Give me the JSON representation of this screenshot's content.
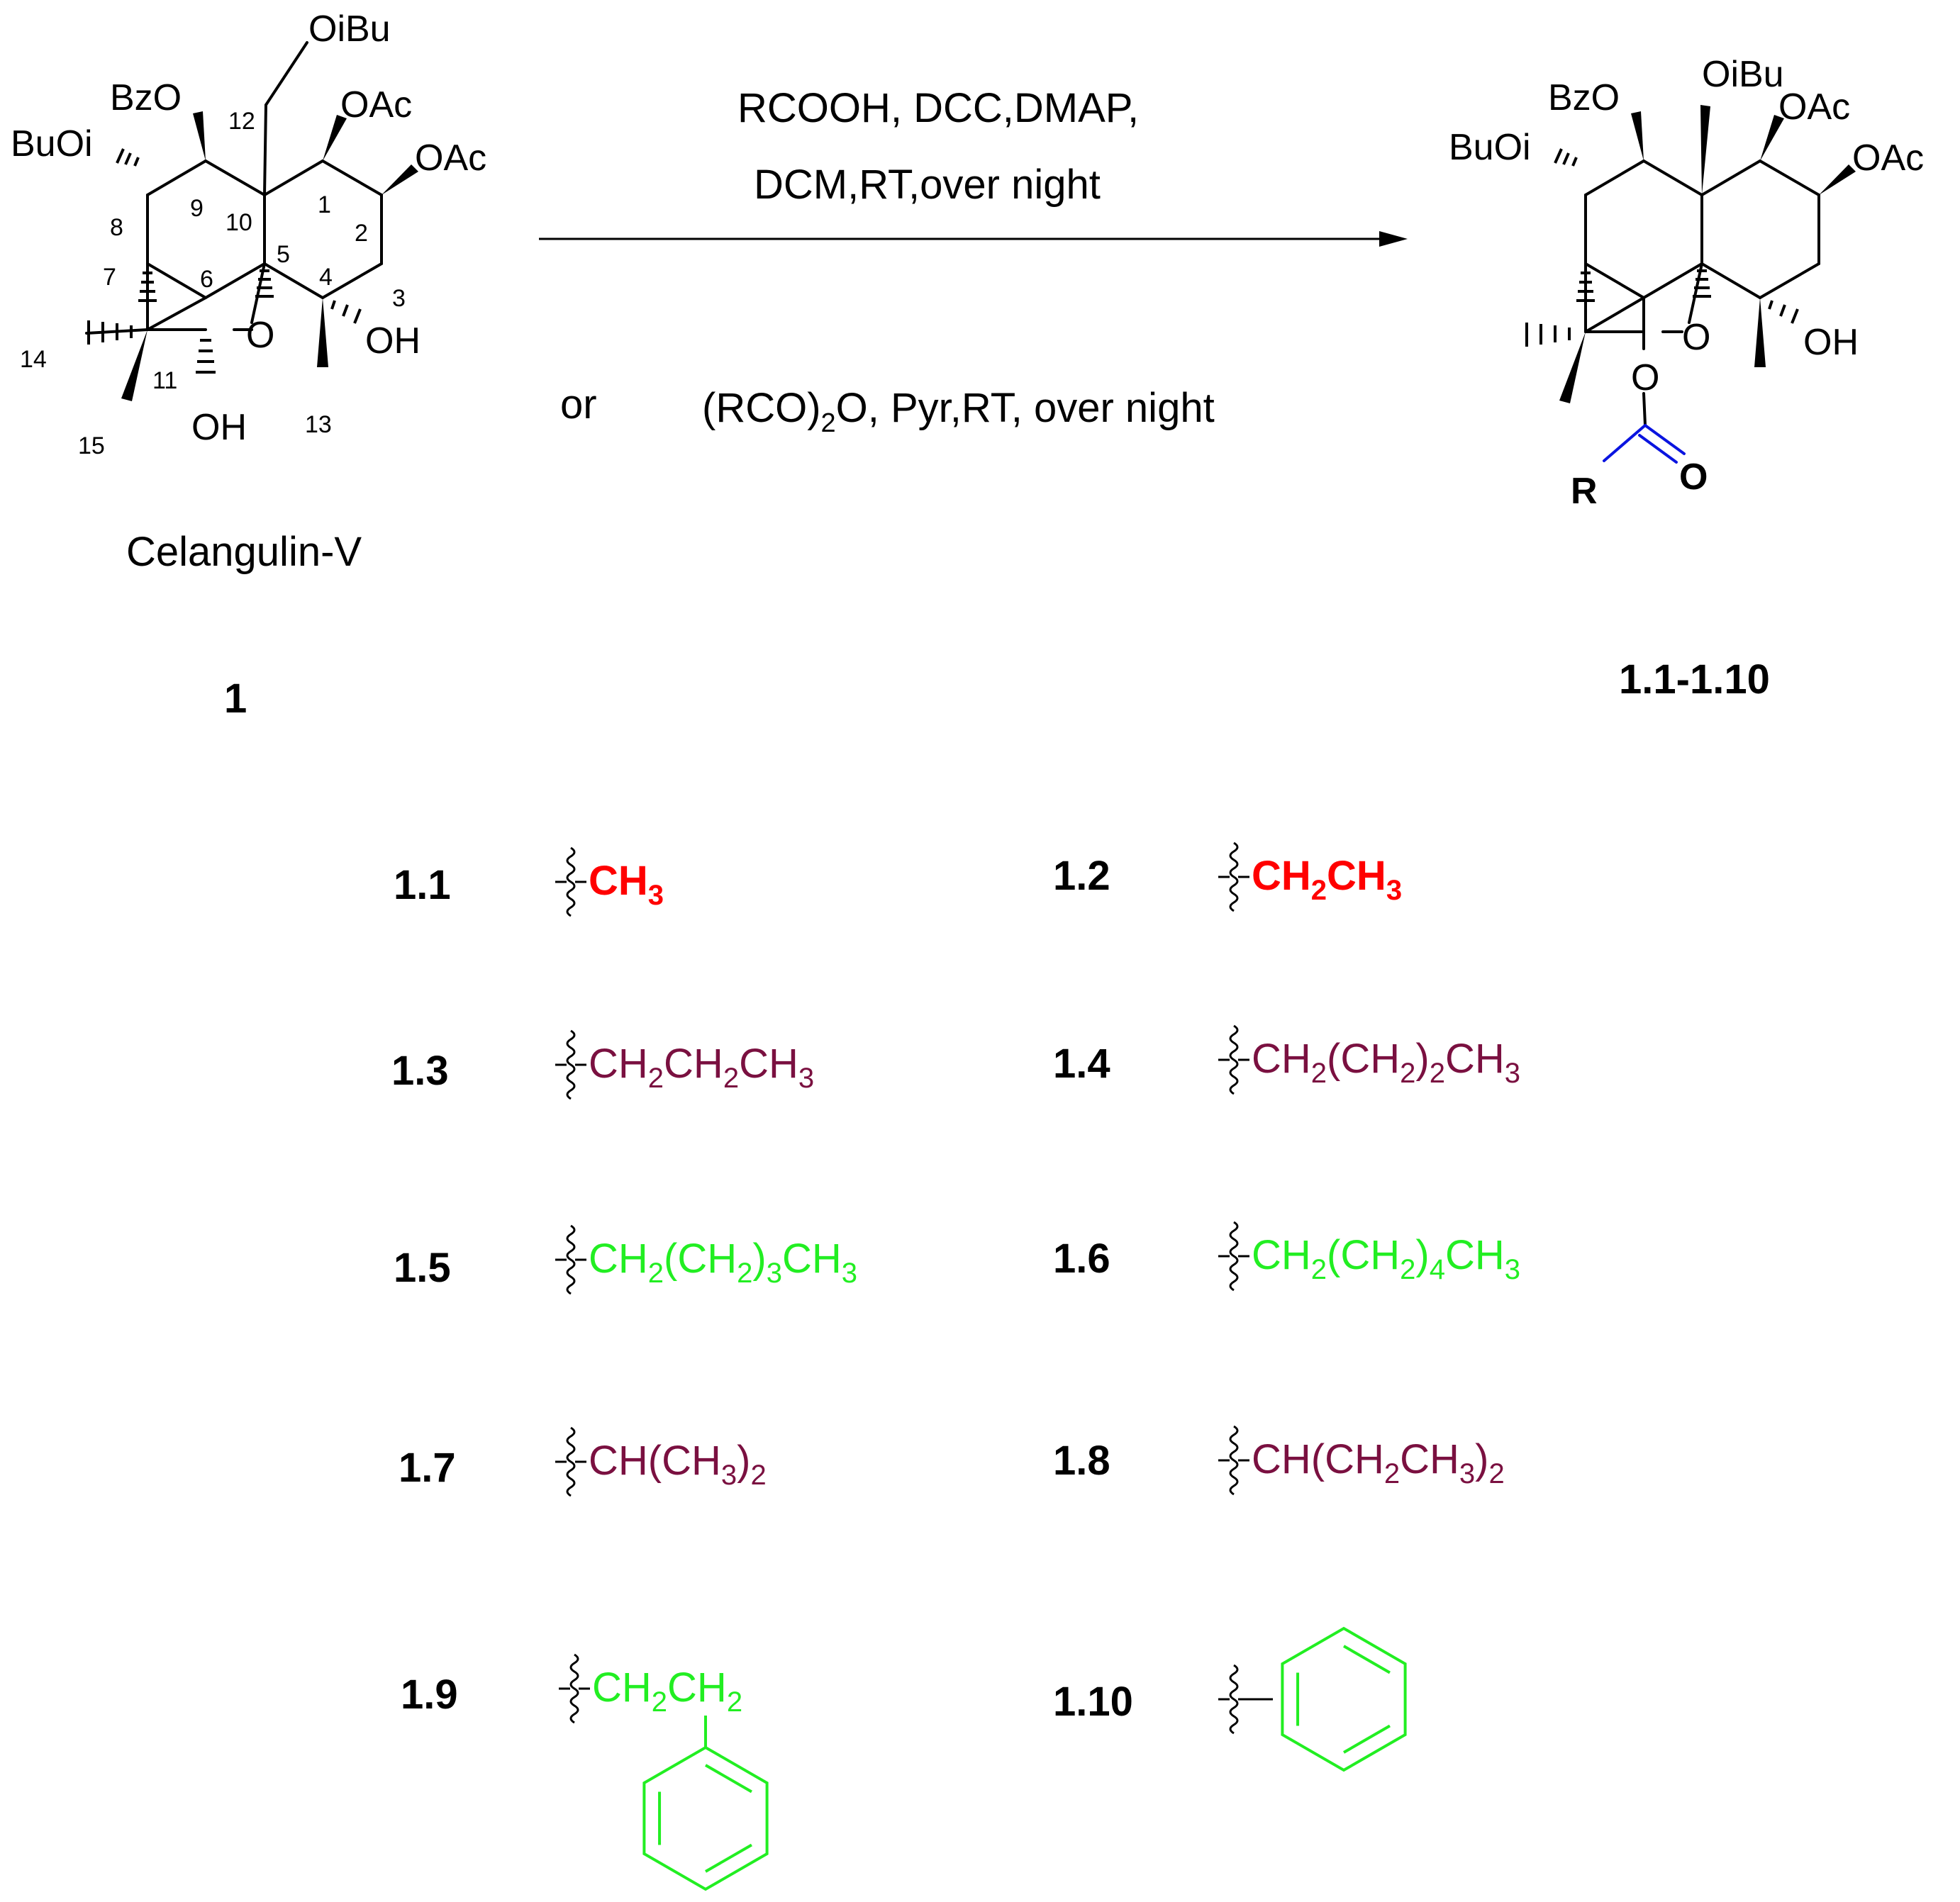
{
  "start_material": {
    "name": "Celangulin-V",
    "compound_number": "1",
    "substituents": {
      "c12": "OiBu",
      "c9": "BzO",
      "c8": "BuOi",
      "c1": "OAc",
      "c2": "OAc",
      "c4": "OH",
      "c11": "OH",
      "bridge": "O"
    },
    "atom_numbers": [
      "1",
      "2",
      "3",
      "4",
      "5",
      "6",
      "7",
      "8",
      "9",
      "10",
      "11",
      "12",
      "13",
      "14",
      "15"
    ]
  },
  "conditions": {
    "line1": "RCOOH,  DCC,DMAP,",
    "line2": "DCM,RT,over night",
    "or": "or",
    "alt_pre": "(RCO)",
    "alt_sub": "2",
    "alt_post": "O, Pyr,RT, over night"
  },
  "product": {
    "compound_range": "1.1-1.10",
    "substituents": {
      "c12": "OiBu",
      "c9": "BzO",
      "c8": "BuOi",
      "c1": "OAc",
      "c2": "OAc",
      "c4": "OH",
      "bridge": "O",
      "ester_o": "O",
      "carbonyl_o": "O",
      "r_group": "R"
    }
  },
  "r_groups": [
    {
      "id": "1.1",
      "color": "#ff0000",
      "parts": [
        "CH",
        "3"
      ]
    },
    {
      "id": "1.2",
      "color": "#ff0000",
      "parts": [
        "CH",
        "2",
        "CH",
        "3"
      ]
    },
    {
      "id": "1.3",
      "color": "#7a1040",
      "parts": [
        "CH",
        "2",
        "CH",
        "2",
        "CH",
        "3"
      ]
    },
    {
      "id": "1.4",
      "color": "#7a1040",
      "parts": [
        "CH",
        "2",
        "(CH",
        "2",
        ")",
        "2",
        "CH",
        "3"
      ]
    },
    {
      "id": "1.5",
      "color": "#22ee22",
      "parts": [
        "CH",
        "2",
        "(CH",
        "2",
        ")",
        "3",
        "CH",
        "3"
      ]
    },
    {
      "id": "1.6",
      "color": "#22ee22",
      "parts": [
        "CH",
        "2",
        "(CH",
        "2",
        ")",
        "4",
        "CH",
        "3"
      ]
    },
    {
      "id": "1.7",
      "color": "#7a1040",
      "parts": [
        "CH(CH",
        "3",
        ")",
        "2"
      ]
    },
    {
      "id": "1.8",
      "color": "#7a1040",
      "parts": [
        "CH(CH",
        "2",
        "CH",
        "3",
        ")",
        "2"
      ]
    },
    {
      "id": "1.9",
      "color": "#22ee22",
      "parts": [
        "CH",
        "2",
        "CH",
        "2"
      ]
    },
    {
      "id": "1.10",
      "color": "#22ee22",
      "parts": []
    }
  ],
  "colors": {
    "r_label": "#0a14e0",
    "carbonyl": "#0a14e0"
  }
}
